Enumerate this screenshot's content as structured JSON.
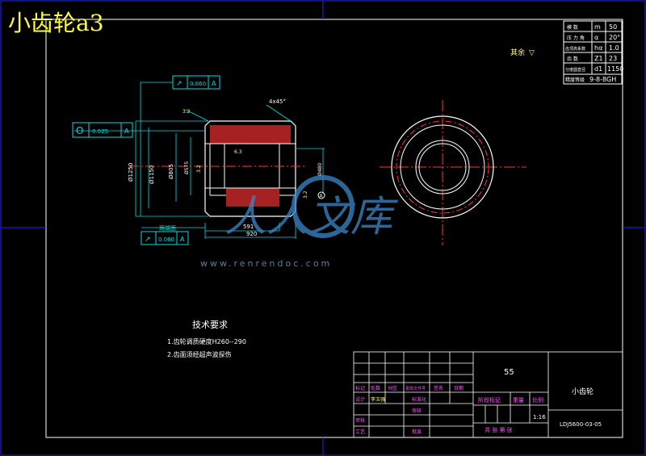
{
  "header": {
    "title": "小齿轮a3"
  },
  "roughness_note": "其余",
  "param_table": {
    "rows": [
      {
        "label": "模 数",
        "sym": "m",
        "val": "50"
      },
      {
        "label": "压 力 角",
        "sym": "α",
        "val": "20°"
      },
      {
        "label": "齿顶高系数",
        "sym": "hα",
        "val": "1.0"
      },
      {
        "label": "齿 数",
        "sym": "Z1",
        "val": "23"
      },
      {
        "label": "分度圆直径",
        "sym": "d1",
        "val": "1150"
      },
      {
        "label": "精度等级",
        "sym": "",
        "val": "9-8-8GH"
      }
    ]
  },
  "gdt": {
    "top": {
      "symbol": "↗",
      "value": "0.060",
      "datum": "A"
    },
    "left": {
      "symbol": "O",
      "value": "0.025",
      "datum": "A"
    },
    "bottom_label": "两端面",
    "bottom": {
      "symbol": "↗",
      "value": "0.060",
      "datum": "A"
    }
  },
  "dims": {
    "chamfer": "4x45°",
    "length_inner": "591",
    "length_outer": "920",
    "dia_outer": "Ø1250",
    "dia_pitch": "Ø1150",
    "dia_bore": "Ø805",
    "dia_bore2": "Ø575",
    "dia_key": "Ø480",
    "rough_top": "3.2",
    "rough_mid": "6.3",
    "rough_side": "3.2",
    "rough_right": "3.2",
    "datum": "A"
  },
  "watermark": {
    "cn": "人人文库",
    "url": "www.renrendoc.com"
  },
  "tech_req": {
    "title": "技术要求",
    "items": [
      "1.齿轮调质硬度H260--290",
      "2.齿面须经超声波探伤"
    ]
  },
  "title_block": {
    "material": "55",
    "part_name": "小齿轮",
    "drawing_no": "LDJ5600-03-05",
    "scale": "1:16",
    "mark_label": "阶段标记",
    "weight_label": "重量",
    "scale_label": "比例",
    "sheet_label": "共 张 第 张",
    "rev_headers": [
      "标记",
      "处数",
      "分区",
      "更改文件号",
      "签名",
      "日期"
    ],
    "designer_label": "设计",
    "designer_name": "李玉强",
    "std_label": "标准化",
    "checker_label": "审核",
    "craft_label": "工艺",
    "approve_label": "批准"
  }
}
